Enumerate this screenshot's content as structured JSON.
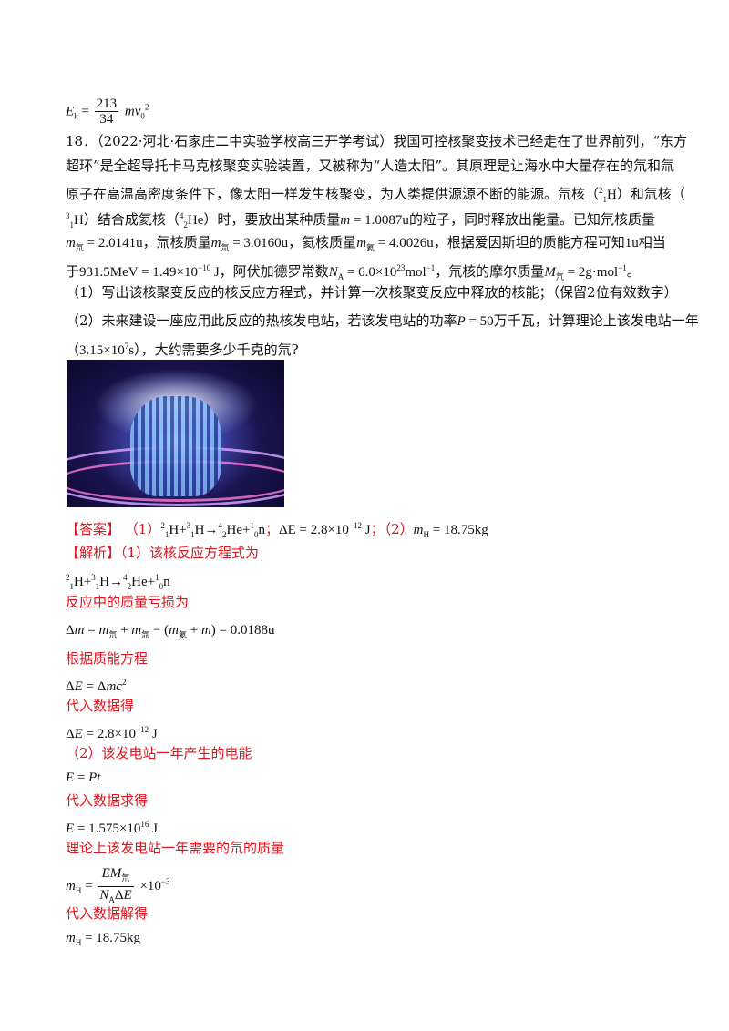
{
  "top_formula": "Ek = 213/34 mv0²",
  "question": {
    "number": "18．",
    "source": "（2022·河北·石家庄二中实验学校高三开学考试）",
    "lines": [
      "我国可控核聚变技术已经走在了世界前列，“东方",
      "超环”是全超导托卡马克核聚变实验装置，又被称为“人造太阳”。其原理是让海水中大量存在的氘和氚",
      "原子在高温高密度条件下，像太阳一样发生核聚变，为人类提供源源不断的能源。氘核（",
      "）和氚核（",
      "）结合成氦核（",
      "）时，要放出某种质量",
      "的粒子，同时释放出能量。已知氘核质量",
      "，氚核质量",
      "，氦核质量",
      "，根据爱因斯坦的质能方程可知",
      "相当",
      "于",
      "，阿伏加德罗常数",
      "，氘核的摩尔质量",
      "。"
    ],
    "part1": "（1）写出该核聚变反应的核反应方程式，并计算一次核聚变反应中释放的核能；（保留2位有效数字）",
    "part2_a": "（2）未来建设一座应用此反应的热核发电站，若该发电站的功率",
    "part2_b": "万千瓦，计算理论上该发电站一年",
    "part2_c": "，大约需要多少千克的氘?"
  },
  "answer": {
    "label": "【答案】",
    "p1": "（1）",
    "p2": "（2）",
    "sep": "；"
  },
  "analysis": {
    "label": "【解析】",
    "s1": "（1）该核反应方程式为",
    "s2": "反应中的质量亏损为",
    "s3": "根据质能方程",
    "s4": "代入数据得",
    "s5": "（2）该发电站一年产生的电能",
    "s6": "代入数据求得",
    "s7": "理论上该发电站一年需要的氘的质量",
    "s8": "代入数据解得"
  },
  "image": {
    "alt": "tokamak-photo"
  }
}
